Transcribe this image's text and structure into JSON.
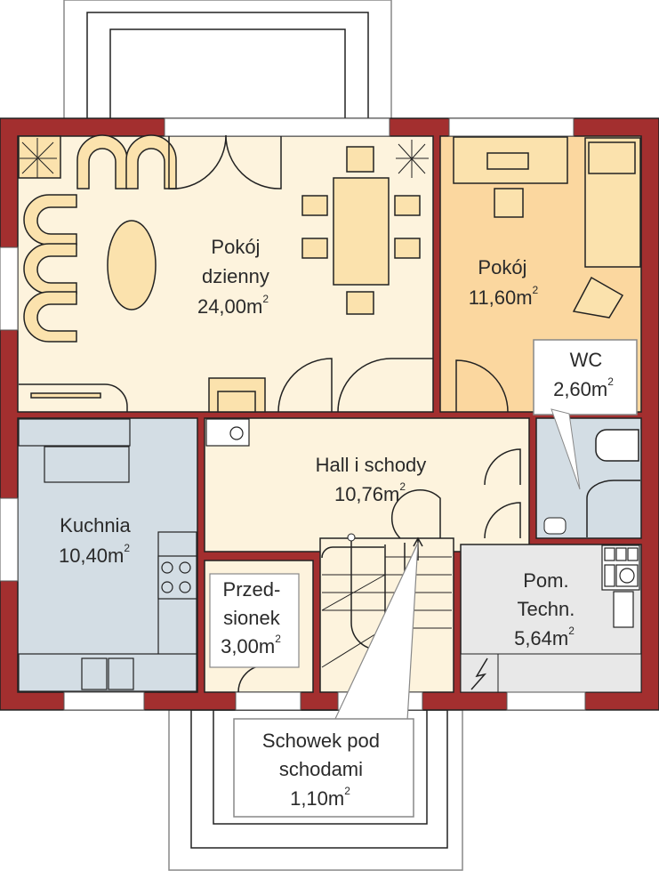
{
  "plan": {
    "colors": {
      "wall": "#a32f2f",
      "cream": "#fdf3dd",
      "furniture": "#fbe2ad",
      "room_orange": "#fbd79f",
      "kitchen": "#d3dde4",
      "tech": "#e8e8e8"
    },
    "rooms": [
      {
        "id": "living",
        "lines": [
          "Pokój",
          "dzienny"
        ],
        "area": "24,00m",
        "exp": "2"
      },
      {
        "id": "room",
        "lines": [
          "Pokój"
        ],
        "area": "11,60m",
        "exp": "2"
      },
      {
        "id": "wc",
        "lines": [
          "WC"
        ],
        "area": "2,60m",
        "exp": "2"
      },
      {
        "id": "hall",
        "lines": [
          "Hall i schody"
        ],
        "area": "10,76m",
        "exp": "2"
      },
      {
        "id": "kitchen",
        "lines": [
          "Kuchnia"
        ],
        "area": "10,40m",
        "exp": "2"
      },
      {
        "id": "vestibule",
        "lines": [
          "Przed-",
          "sionek"
        ],
        "area": "3,00m",
        "exp": "2"
      },
      {
        "id": "tech",
        "lines": [
          "Pom.",
          "Techn."
        ],
        "area": "5,64m",
        "exp": "2"
      },
      {
        "id": "storage",
        "lines": [
          "Schowek pod",
          "schodami"
        ],
        "area": "1,10m",
        "exp": "2"
      }
    ]
  }
}
